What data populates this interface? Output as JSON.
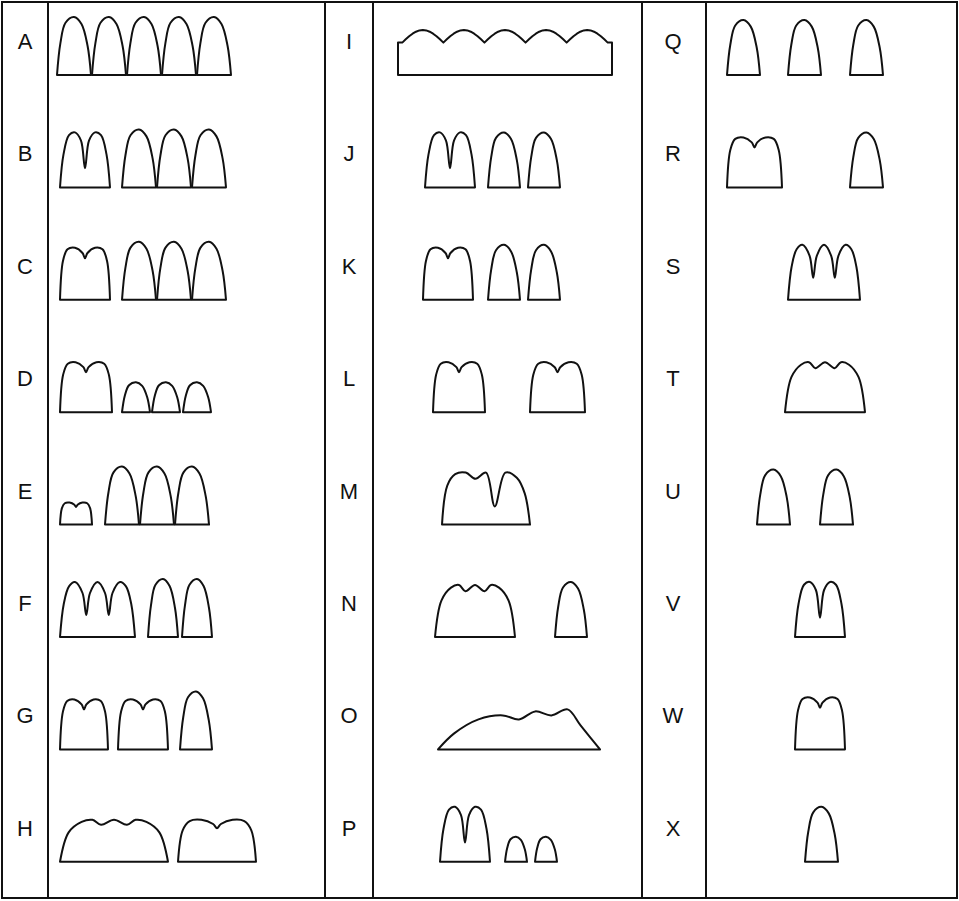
{
  "diagram": {
    "labels": [
      "A",
      "B",
      "C",
      "D",
      "E",
      "F",
      "G",
      "H",
      "I",
      "J",
      "K",
      "L",
      "M",
      "N",
      "O",
      "P",
      "Q",
      "R",
      "S",
      "T",
      "U",
      "V",
      "W",
      "X"
    ]
  }
}
